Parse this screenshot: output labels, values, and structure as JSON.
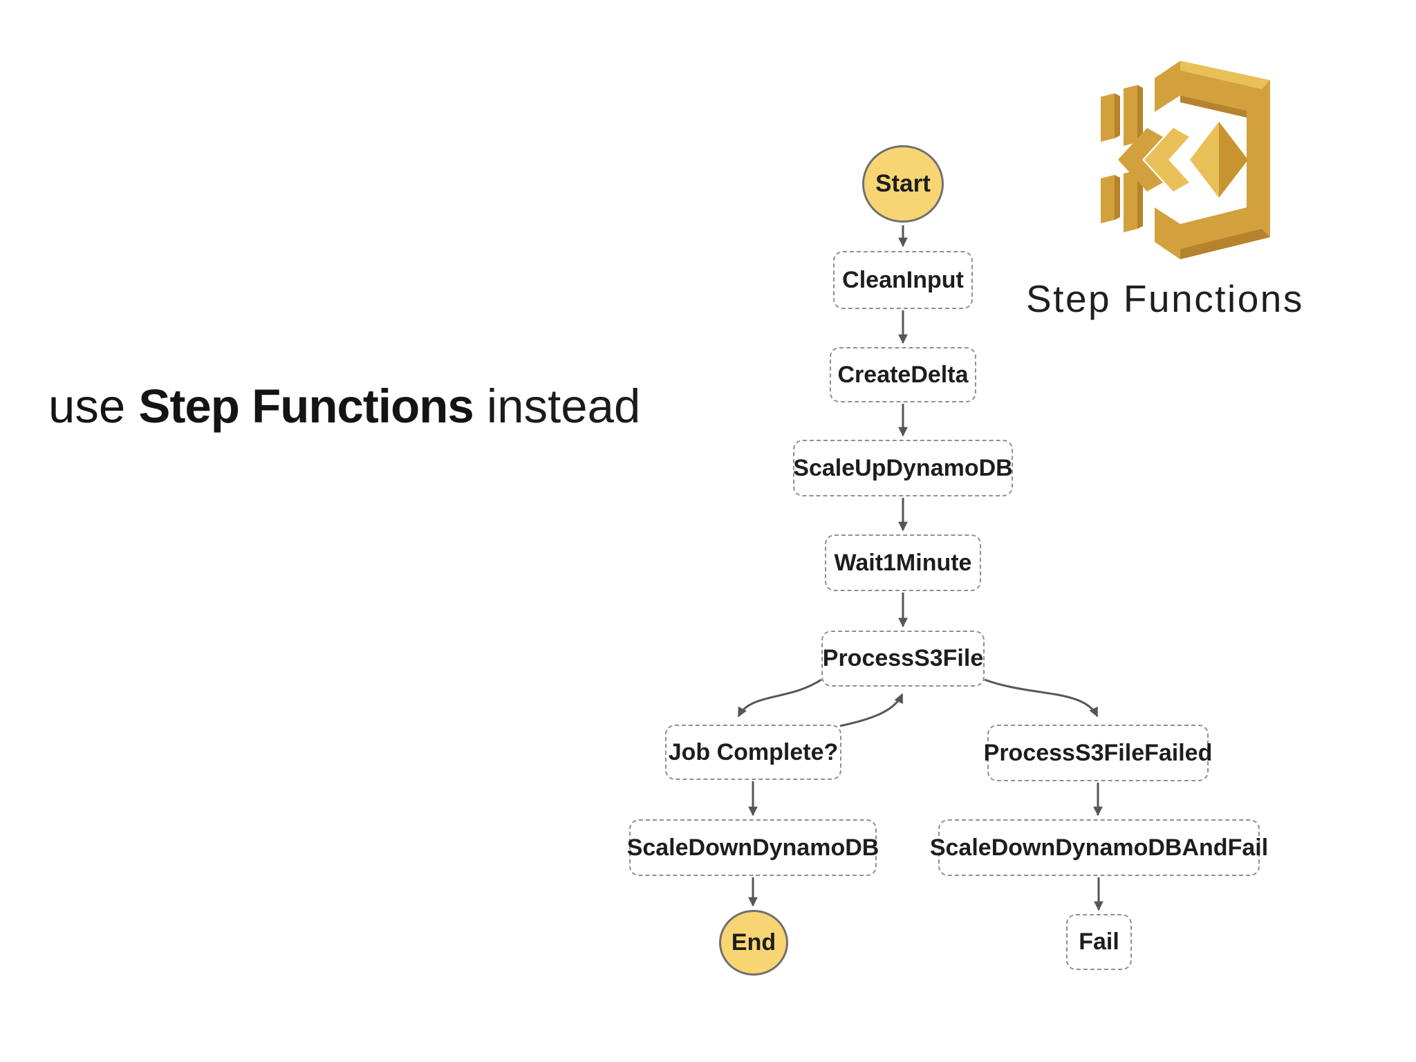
{
  "headline": {
    "prefix": "use ",
    "emphasis": "Step Functions",
    "suffix": " instead"
  },
  "logo": {
    "caption": "Step Functions"
  },
  "diagram": {
    "terminals": {
      "start": "Start",
      "end": "End"
    },
    "states": [
      {
        "label": "CleanInput"
      },
      {
        "label": "CreateDelta"
      },
      {
        "label": "ScaleUpDynamoDB"
      },
      {
        "label": "Wait1Minute"
      },
      {
        "label": "ProcessS3File"
      },
      {
        "label": "Job Complete?"
      },
      {
        "label": "ProcessS3FileFailed"
      },
      {
        "label": "ScaleDownDynamoDB"
      },
      {
        "label": "ScaleDownDynamoDBAndFail"
      },
      {
        "label": "Fail"
      }
    ],
    "colors": {
      "terminal_fill": "#F8D573",
      "terminal_border": "#6F6F6F",
      "box_border": "#8F8F8F",
      "text": "#1D1D1D",
      "arrow": "#55565A",
      "icon_gold": "#D2A13E",
      "icon_gold_light": "#E9BF58",
      "icon_gold_dark": "#B5832C"
    }
  }
}
